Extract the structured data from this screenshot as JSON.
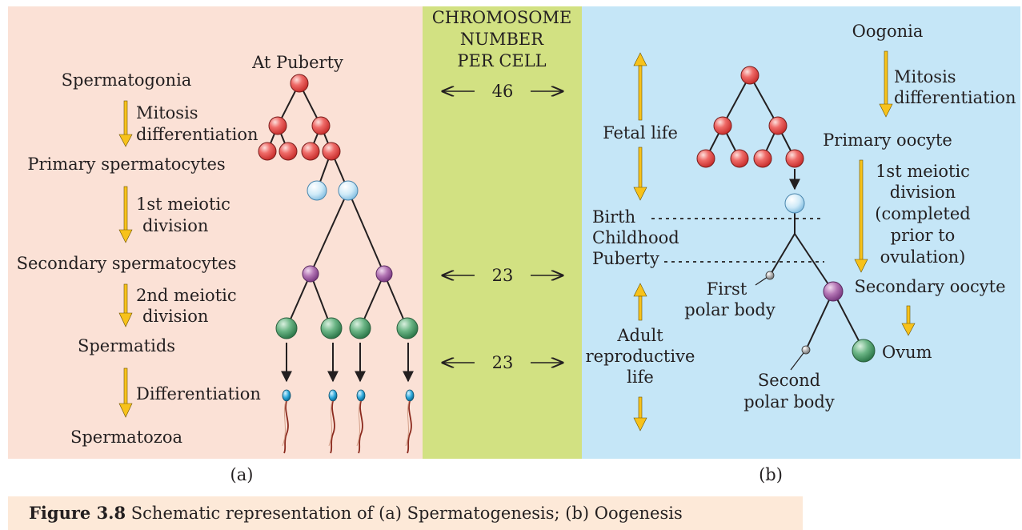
{
  "spermatogenesis": {
    "stages": [
      "Spermatogonia",
      "Primary spermatocytes",
      "Secondary spermatocytes",
      "Spermatids",
      "Spermatozoa"
    ],
    "step1": [
      "Mitosis",
      "differentiation"
    ],
    "step2": [
      "1st meiotic",
      "division"
    ],
    "step3": [
      "2nd meiotic",
      "division"
    ],
    "step4": "Differentiation",
    "at_puberty": "At Puberty",
    "panel_label": "(a)"
  },
  "chromosome": {
    "header": [
      "CHROMOSOME",
      "NUMBER",
      "PER CELL"
    ],
    "counts": [
      "46",
      "23",
      "23"
    ]
  },
  "oogenesis": {
    "oogonia": "Oogonia",
    "step1": [
      "Mitosis",
      "differentiation"
    ],
    "primary_oocyte": "Primary oocyte",
    "step2": [
      "1st meiotic",
      "division",
      "(completed",
      "prior to",
      "ovulation)"
    ],
    "secondary_oocyte": "Secondary oocyte",
    "ovum": "Ovum",
    "first_polar_body": [
      "First",
      "polar body"
    ],
    "second_polar_body": [
      "Second",
      "polar body"
    ],
    "life_stages": {
      "fetal_life": "Fetal life",
      "birth": "Birth",
      "childhood": "Childhood",
      "puberty": "Puberty",
      "adult": [
        "Adult",
        "reproductive",
        "life"
      ]
    },
    "panel_label": "(b)"
  },
  "caption": {
    "figure": "Figure 3.8",
    "text": " Schematic representation of (a) Spermatogenesis; (b) Oogenesis"
  },
  "colors": {
    "panel_a_bg": "#fbe1d6",
    "middle_bg": "#d2e182",
    "panel_b_bg": "#c5e6f7",
    "caption_bg": "#fde9d8",
    "arrow_yellow": "#f7c21b",
    "cell_red": "#e9504f",
    "cell_blue": "#cfeaf8",
    "cell_purple": "#9a5aa0",
    "cell_green": "#4f9e6e"
  }
}
